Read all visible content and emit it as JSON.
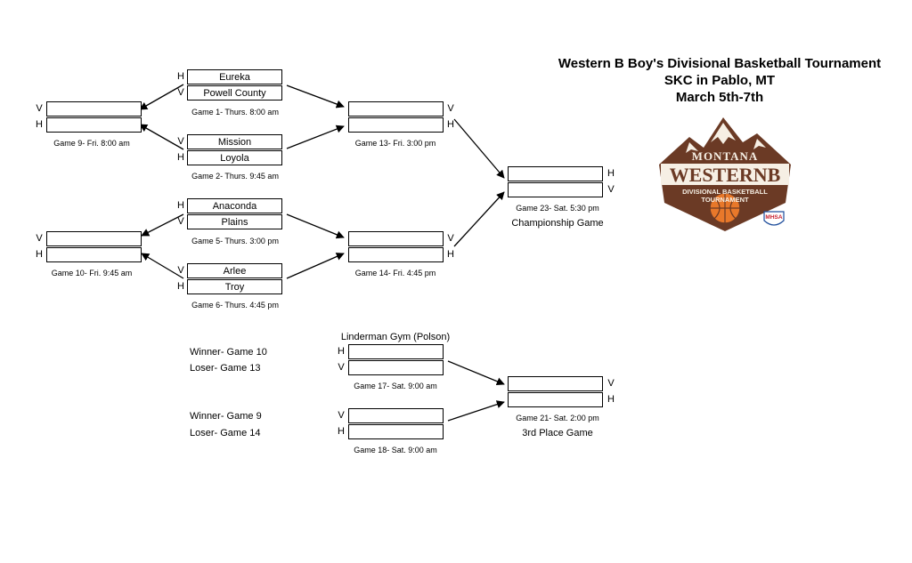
{
  "title": {
    "line1": "Western B Boy's Divisional Basketball Tournament",
    "line2": "SKC in Pablo, MT",
    "line3": "March 5th-7th"
  },
  "logo": {
    "top": "MONTANA",
    "main": "WESTERNB",
    "sub1": "DIVISIONAL BASKETBALL",
    "sub2": "TOURNAMENT",
    "badge": "MHSA",
    "colors": {
      "mountain": "#6b3a25",
      "orange": "#e8782a",
      "cream": "#f6efe4"
    }
  },
  "games": {
    "g1": {
      "caption": "Game 1- Thurs. 8:00 am",
      "top": "Eureka",
      "bottom": "Powell County",
      "top_side": "H",
      "bottom_side": "V"
    },
    "g2": {
      "caption": "Game 2- Thurs. 9:45 am",
      "top": "Mission",
      "bottom": "Loyola",
      "top_side": "V",
      "bottom_side": "H"
    },
    "g5": {
      "caption": "Game 5- Thurs. 3:00 pm",
      "top": "Anaconda",
      "bottom": "Plains",
      "top_side": "H",
      "bottom_side": "V"
    },
    "g6": {
      "caption": "Game 6- Thurs. 4:45 pm",
      "top": "Arlee",
      "bottom": "Troy",
      "top_side": "V",
      "bottom_side": "H"
    },
    "g9": {
      "caption": "Game 9- Fri. 8:00 am",
      "top_side": "V",
      "bottom_side": "H"
    },
    "g10": {
      "caption": "Game 10- Fri. 9:45 am",
      "top_side": "V",
      "bottom_side": "H"
    },
    "g13": {
      "caption": "Game 13- Fri. 3:00 pm",
      "top_side": "V",
      "bottom_side": "H"
    },
    "g14": {
      "caption": "Game 14- Fri. 4:45 pm",
      "top_side": "V",
      "bottom_side": "H"
    },
    "g23": {
      "caption": "Game 23- Sat. 5:30 pm",
      "top_side": "H",
      "bottom_side": "V",
      "label": "Championship Game"
    },
    "g17": {
      "caption": "Game 17- Sat. 9:00 am",
      "top_side": "H",
      "bottom_side": "V",
      "venue": "Linderman Gym (Polson)"
    },
    "g18": {
      "caption": "Game 18- Sat. 9:00 am",
      "top_side": "V",
      "bottom_side": "H"
    },
    "g21": {
      "caption": "Game 21- Sat. 2:00 pm",
      "top_side": "V",
      "bottom_side": "H",
      "label": "3rd Place Game"
    }
  },
  "consolation_labels": {
    "l1": "Winner- Game 10",
    "l2": "Loser- Game 13",
    "l3": "Winner- Game 9",
    "l4": "Loser- Game 14"
  }
}
